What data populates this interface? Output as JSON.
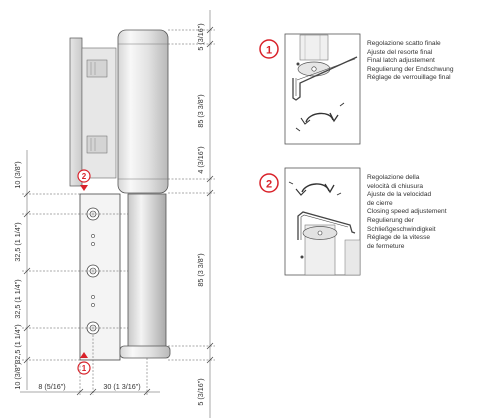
{
  "colors": {
    "accent": "#d9222a",
    "line": "#3a3a3a",
    "dim": "#555555"
  },
  "callouts": [
    {
      "id": "1",
      "lines": [
        "Regolazione scatto finale",
        "Ajuste del resorte final",
        "Final latch adjustement",
        "Regulierung der Endschwung",
        "Réglage de verrouillage final"
      ]
    },
    {
      "id": "2",
      "lines": [
        "Regolazione della",
        "velocità di chiusura",
        "Ajuste de la velocidad",
        "de cierre",
        "Closing speed adjustement",
        "Regulierung der",
        "Schließgeschwindigkeit",
        "Réglage de la vitesse",
        "de fermeture"
      ]
    }
  ],
  "dimensions": {
    "right": [
      "5 (3/16\")",
      "85 (3 3/8\")",
      "4 (3/16\")",
      "85 (3 3/8\")",
      "5 (3/16\")"
    ],
    "left": [
      "10 (3/8\")",
      "32,5 (1 1/4\")",
      "32,5 (1 1/4\")",
      "32,5 (1 1/4\")",
      "10 (3/8\")"
    ],
    "bottom": [
      "8 (5/16\")",
      "30 (1 3/16\")"
    ]
  },
  "icons": {
    "rotate_arrow": "rotate-arrow-icon",
    "triangle_marker": "triangle-marker-icon"
  }
}
